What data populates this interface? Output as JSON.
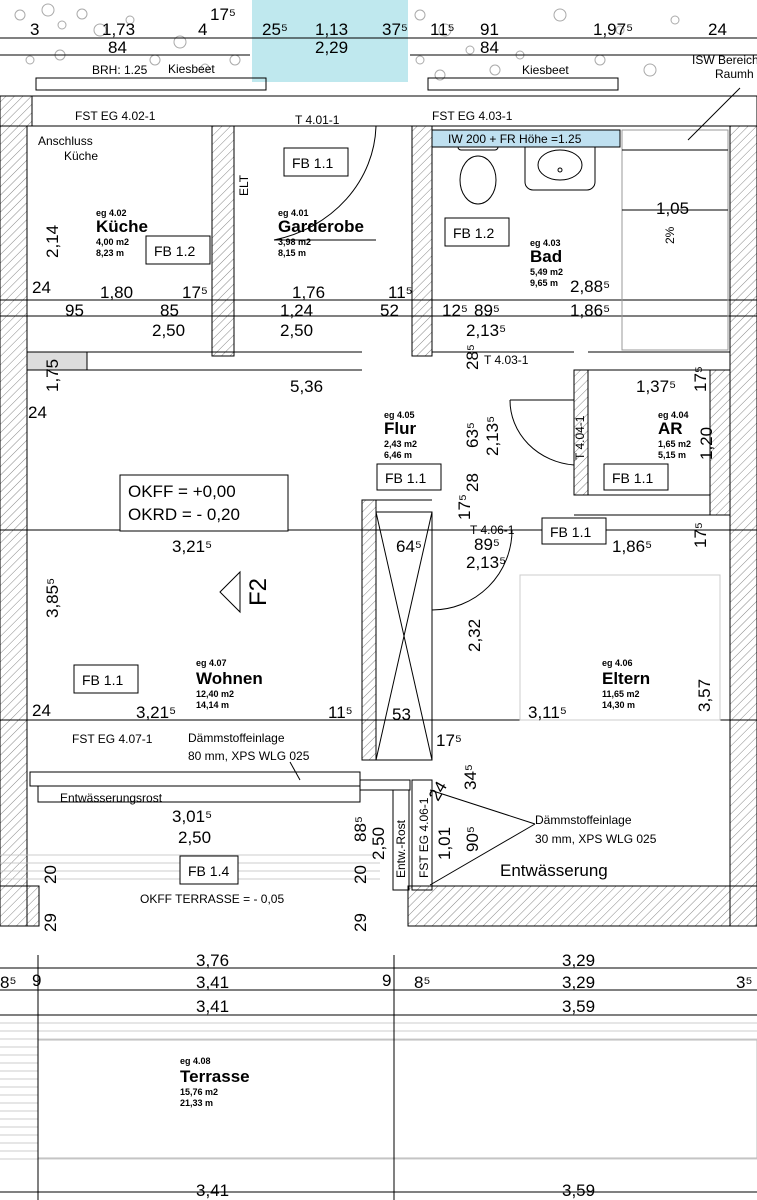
{
  "plan": {
    "top_dims": {
      "a": "3",
      "b": "1,73",
      "c": "84",
      "d": "4",
      "e": "17⁵",
      "f": "25⁵",
      "g": "1,13",
      "h": "2,29",
      "i": "37⁵",
      "j": "11⁵",
      "k": "91",
      "l": "84",
      "m": "1,97⁵",
      "n": "24"
    },
    "labels": {
      "brh": "BRH: 1.25",
      "kiesbeet_left": "Kiesbeet",
      "kiesbeet_right": "Kiesbeet",
      "isw1": "ISW Bereich",
      "isw2": "Raumh",
      "fst_402": "FST EG  4.02-1",
      "fst_403": "FST EG  4.03-1",
      "t_401": "T 4.01-1",
      "iw_note": "IW 200 + FR Höhe =1.25",
      "anschluss1": "Anschluss",
      "anschluss2": "Küche",
      "elt": "ELT",
      "t_403": "T 4.03-1",
      "t_404": "T 4.04-1",
      "t_406": "T 4.06-1",
      "okff": "OKFF  = +0,00",
      "okrd": "OKRD = - 0,20",
      "f2": "F2",
      "fst_407": "FST EG 4.07-1",
      "daemm1a": "Dämmstoffeinlage",
      "daemm1b": "80 mm, XPS WLG 025",
      "entw_rost": "Entwässerungsrost",
      "entw_rost_v": "Entw.-Rost",
      "fst_406": "FST EG 4.06-1",
      "daemm2a": "Dämmstoffeinlage",
      "daemm2b": "30 mm, XPS WLG 025",
      "entwaesserung": "Entwässerung",
      "okff_terrasse": "OKFF TERRASSE = - 0,05",
      "slope": "2%"
    },
    "rooms": {
      "kueche": {
        "num": "eg 4.02",
        "name": "Küche",
        "area": "4,00 m2",
        "perim": "8,23  m"
      },
      "garderobe": {
        "num": "eg 4.01",
        "name": "Garderobe",
        "area": "3,98 m2",
        "perim": "8,15  m"
      },
      "bad": {
        "num": "eg 4.03",
        "name": "Bad",
        "area": "5,49 m2",
        "perim": "9,65  m"
      },
      "flur": {
        "num": "eg 4.05",
        "name": "Flur",
        "area": "2,43 m2",
        "perim": "6,46  m"
      },
      "ar": {
        "num": "eg 4.04",
        "name": "AR",
        "area": "1,65 m2",
        "perim": "5,15  m"
      },
      "wohnen": {
        "num": "eg 4.07",
        "name": "Wohnen",
        "area": "12,40 m2",
        "perim": "14,14  m"
      },
      "eltern": {
        "num": "eg 4.06",
        "name": "Eltern",
        "area": "11,65 m2",
        "perim": "14,30  m"
      },
      "terrasse": {
        "num": "eg 4.08",
        "name": "Terrasse",
        "area": "15,76 m2",
        "perim": "21,33  m"
      }
    },
    "fb": {
      "garderobe": "FB 1.1",
      "kueche": "FB 1.2",
      "bad": "FB 1.2",
      "flur": "FB 1.1",
      "ar": "FB 1.1",
      "flur2": "FB 1.1",
      "wohnen": "FB 1.1",
      "terrasse": "FB 1.4"
    },
    "dims": {
      "d214": "2,14",
      "d24a": "24",
      "d180": "1,80",
      "d175a": "17⁵",
      "d176": "1,76",
      "d115a": "11⁵",
      "d95": "95",
      "d85": "85",
      "d124": "1,24",
      "d52": "52",
      "d125": "12⁵",
      "d89a": "89⁵",
      "d1865a": "1,86⁵",
      "d250a": "2,50",
      "d250b": "2,50",
      "d2135a": "2,13⁵",
      "d105": "1,05",
      "d2885": "2,88⁵",
      "d285": "28⁵",
      "d175b": "1,75",
      "d536": "5,36",
      "d1375": "1,37⁵",
      "d175c": "17⁵",
      "d24b": "24",
      "d635": "63⁵",
      "d2135b": "2,13⁵",
      "d120": "1,20",
      "d28": "28",
      "d175d": "17⁵",
      "d3215a": "3,21⁵",
      "d645": "64⁵",
      "d89b": "89⁵",
      "d2135c": "2,13⁵",
      "d1865b": "1,86⁵",
      "d175e": "17⁵",
      "d3855": "3,85⁵",
      "d232": "2,32",
      "d357": "3,57",
      "d24c": "24",
      "d3215b": "3,21⁵",
      "d115b": "11⁵",
      "d53": "53",
      "d3115": "3,11⁵",
      "d175f": "17⁵",
      "d345": "34⁵",
      "d24d": "24",
      "d3015": "3,01⁵",
      "d250c": "2,50",
      "d885": "88⁵",
      "d250d": "2,50",
      "d101": "1,01",
      "d905": "90⁵",
      "d20a": "20",
      "d20b": "20",
      "d29a": "29",
      "d29b": "29",
      "d376": "3,76",
      "d329a": "3,29",
      "d85b": "8⁵",
      "d9a": "9",
      "d341a": "3,41",
      "d9b": "9",
      "d85c": "8⁵",
      "d329b": "3,29",
      "d35": "3⁵",
      "d341b": "3,41",
      "d359a": "3,59",
      "d341c": "3,41",
      "d359b": "3,59"
    }
  }
}
